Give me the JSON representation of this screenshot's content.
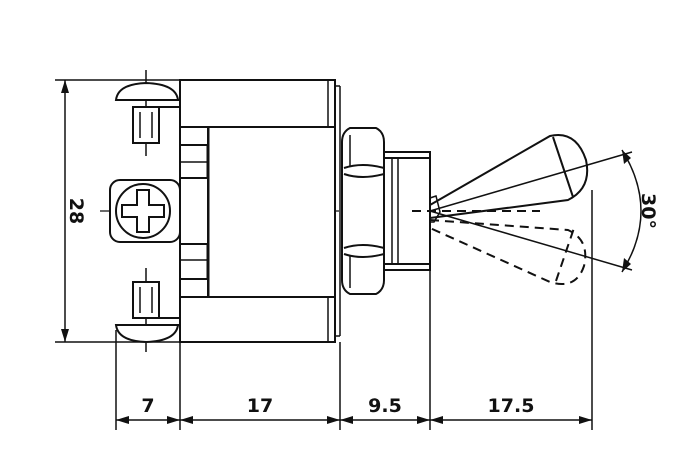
{
  "drawing": {
    "dimensions": {
      "height_label": "28",
      "screw_label": "7",
      "body_label": "17",
      "bushing_label": "9.5",
      "lever_label": "17.5",
      "angle_label": "30°"
    },
    "line_color": "#111111",
    "background": "#ffffff"
  }
}
